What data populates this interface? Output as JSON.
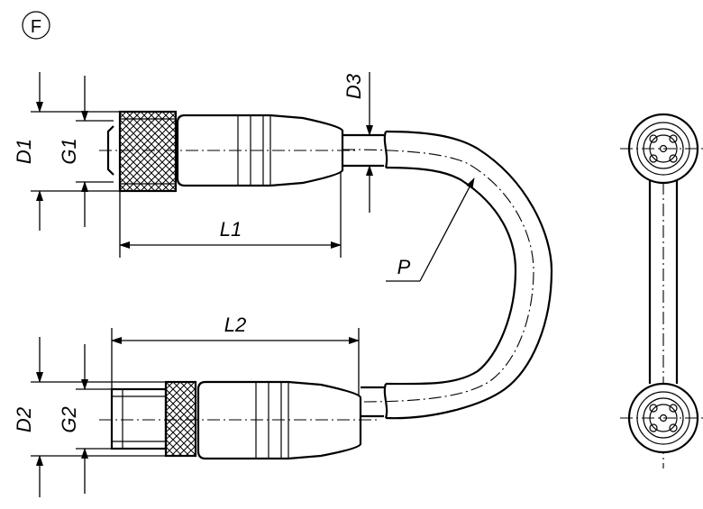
{
  "view_marker": "F",
  "dimensions": {
    "d1": "D1",
    "g1": "G1",
    "d3": "D3",
    "l1": "L1",
    "p": "P",
    "l2": "L2",
    "d2": "D2",
    "g2": "G2"
  }
}
